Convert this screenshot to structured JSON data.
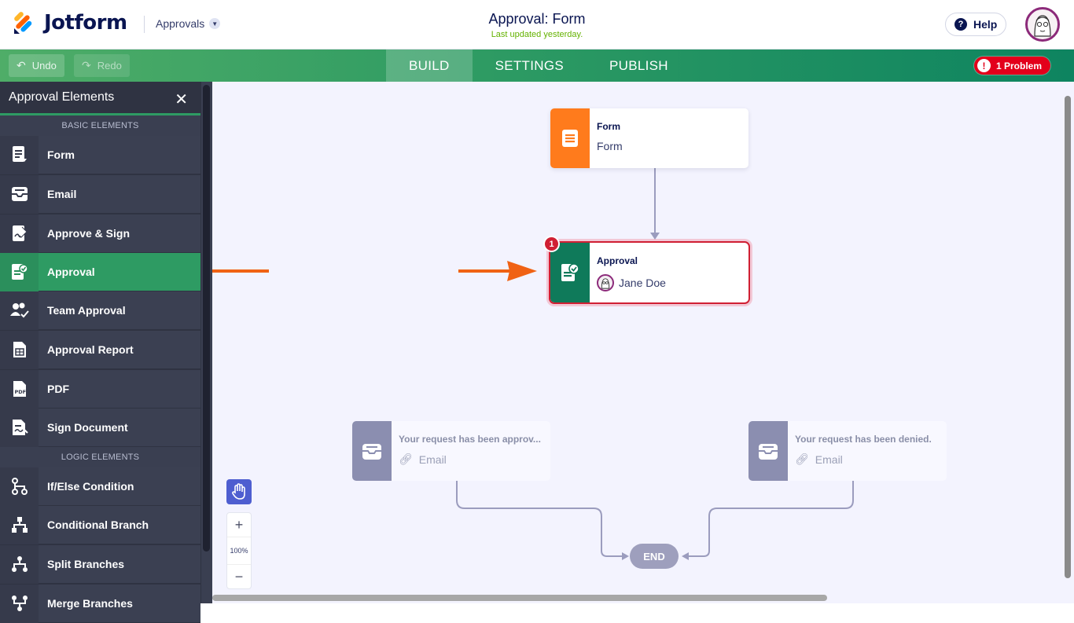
{
  "header": {
    "brand": "Jotform",
    "product_switcher": "Approvals",
    "title": "Approval: Form",
    "subtitle": "Last updated yesterday.",
    "help_label": "Help"
  },
  "toolbar": {
    "undo_label": "Undo",
    "redo_label": "Redo",
    "tabs": [
      {
        "label": "BUILD",
        "active": true
      },
      {
        "label": "SETTINGS",
        "active": false
      },
      {
        "label": "PUBLISH",
        "active": false
      }
    ],
    "problem_label": "1 Problem"
  },
  "sidebar": {
    "title": "Approval Elements",
    "basic_section": "BASIC ELEMENTS",
    "logic_section": "LOGIC ELEMENTS",
    "basic_items": [
      {
        "label": "Form",
        "icon": "form-icon"
      },
      {
        "label": "Email",
        "icon": "email-icon"
      },
      {
        "label": "Approve & Sign",
        "icon": "approve-sign-icon"
      },
      {
        "label": "Approval",
        "icon": "approval-icon",
        "active": true
      },
      {
        "label": "Team Approval",
        "icon": "team-approval-icon"
      },
      {
        "label": "Approval Report",
        "icon": "report-icon"
      },
      {
        "label": "PDF",
        "icon": "pdf-icon"
      },
      {
        "label": "Sign Document",
        "icon": "sign-document-icon"
      }
    ],
    "logic_items": [
      {
        "label": "If/Else Condition",
        "icon": "if-else-icon"
      },
      {
        "label": "Conditional Branch",
        "icon": "conditional-branch-icon"
      },
      {
        "label": "Split Branches",
        "icon": "split-branches-icon"
      },
      {
        "label": "Merge Branches",
        "icon": "merge-branches-icon"
      }
    ]
  },
  "canvas": {
    "form_node": {
      "title": "Form",
      "subtitle": "Form"
    },
    "approval_node": {
      "title": "Approval",
      "assignee": "Jane Doe",
      "error_count": "1"
    },
    "approved_email": {
      "title": "Your request has been approv...",
      "subtitle": "Email"
    },
    "denied_email": {
      "title": "Your request has been denied.",
      "subtitle": "Email"
    },
    "end_label": "END",
    "zoom_level": "100%",
    "zoom_in": "+",
    "zoom_out": "−"
  },
  "colors": {
    "accent_green": "#2e9b63",
    "form_orange": "#ff7b1c",
    "approval_green": "#0f7a5a",
    "email_gray": "#8b8eb0",
    "error_red": "#d01f33",
    "arrow_orange": "#f06214"
  }
}
